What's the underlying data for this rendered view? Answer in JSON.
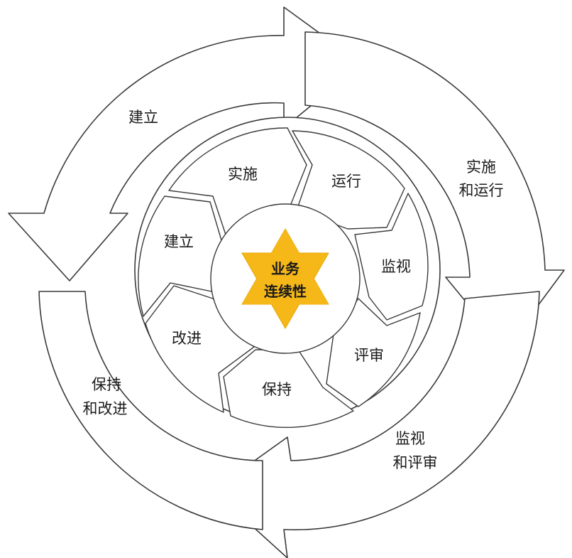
{
  "center": {
    "line1": "业务",
    "line2": "连续性"
  },
  "inner_segments": {
    "implement": "实施",
    "run": "运行",
    "monitor": "监视",
    "review": "评审",
    "maintain": "保持",
    "improve": "改进",
    "establish": "建立"
  },
  "outer_phases": {
    "establish": "建立",
    "implement_operate": {
      "line1": "实施",
      "line2": "和运行"
    },
    "monitor_review": {
      "line1": "监视",
      "line2": "和评审"
    },
    "maintain_improve": {
      "line1": "保持",
      "line2": "和改进"
    }
  },
  "colors": {
    "star_fill": "#f5b818",
    "outline": "#3a3a3a"
  }
}
